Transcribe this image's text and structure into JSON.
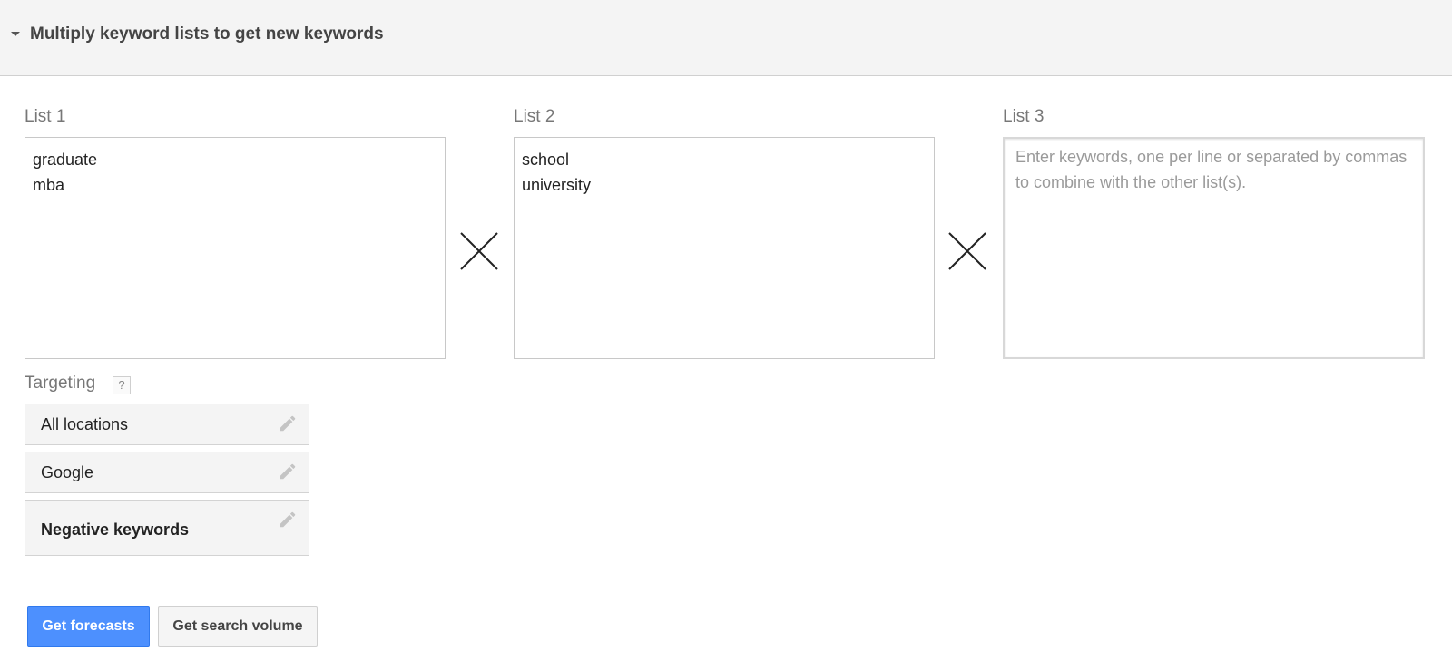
{
  "section": {
    "title": "Multiply keyword lists to get new keywords"
  },
  "lists": [
    {
      "label": "List 1",
      "keywords": [
        "graduate",
        "mba"
      ]
    },
    {
      "label": "List 2",
      "keywords": [
        "school",
        "university"
      ]
    },
    {
      "label": "List 3",
      "placeholder": "Enter keywords, one per line or separated by commas to combine with the other list(s)."
    }
  ],
  "targeting": {
    "label": "Targeting",
    "help": "?",
    "items": [
      {
        "label": "All locations",
        "icon": "pencil-icon"
      },
      {
        "label": "Google",
        "icon": "pencil-icon"
      },
      {
        "label": "Negative keywords",
        "icon": "pencil-icon"
      }
    ]
  },
  "buttons": {
    "primary": "Get forecasts",
    "secondary": "Get search volume"
  },
  "colors": {
    "primary_button": "#4d90fe",
    "header_bg": "#f4f4f4"
  }
}
